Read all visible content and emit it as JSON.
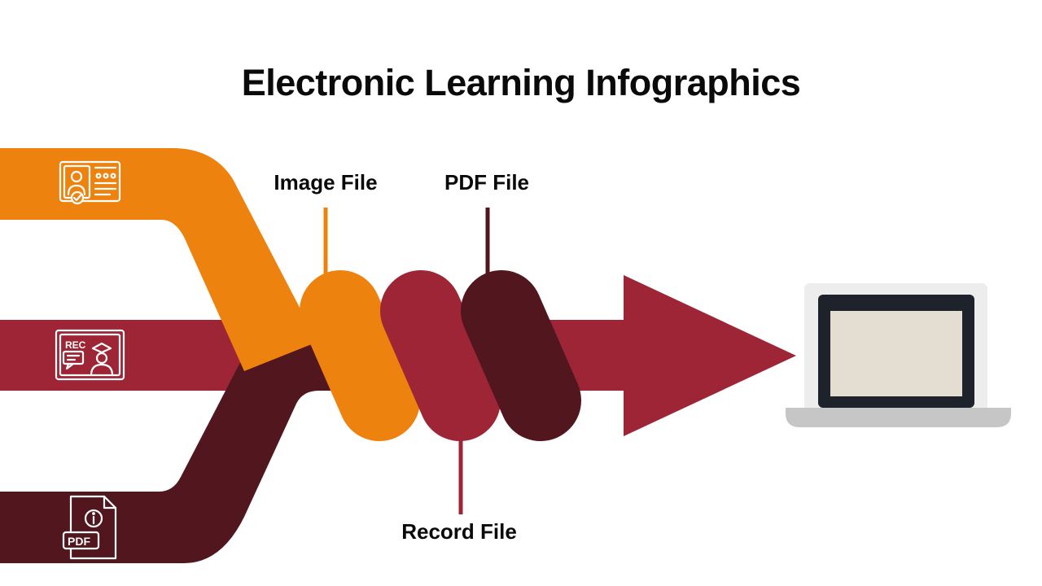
{
  "title": "Electronic Learning Infographics",
  "labels": {
    "image_file": "Image File",
    "pdf_file": "PDF File",
    "record_file": "Record File"
  },
  "icons": {
    "orange_band": "id-card-icon",
    "red_band": "rec-video-lecture-icon",
    "dark_band": "pdf-info-document-icon",
    "rec_text": "REC",
    "pdf_text": "PDF"
  },
  "colors": {
    "orange": "#EE820E",
    "red": "#9D2535",
    "dark": "#52161E",
    "laptop_frame": "#EDEDED",
    "laptop_screen_bezel": "#1E232B",
    "laptop_screen": "#E3DDD2",
    "laptop_base": "#C6C6C6",
    "text": "#0A0A0A"
  }
}
